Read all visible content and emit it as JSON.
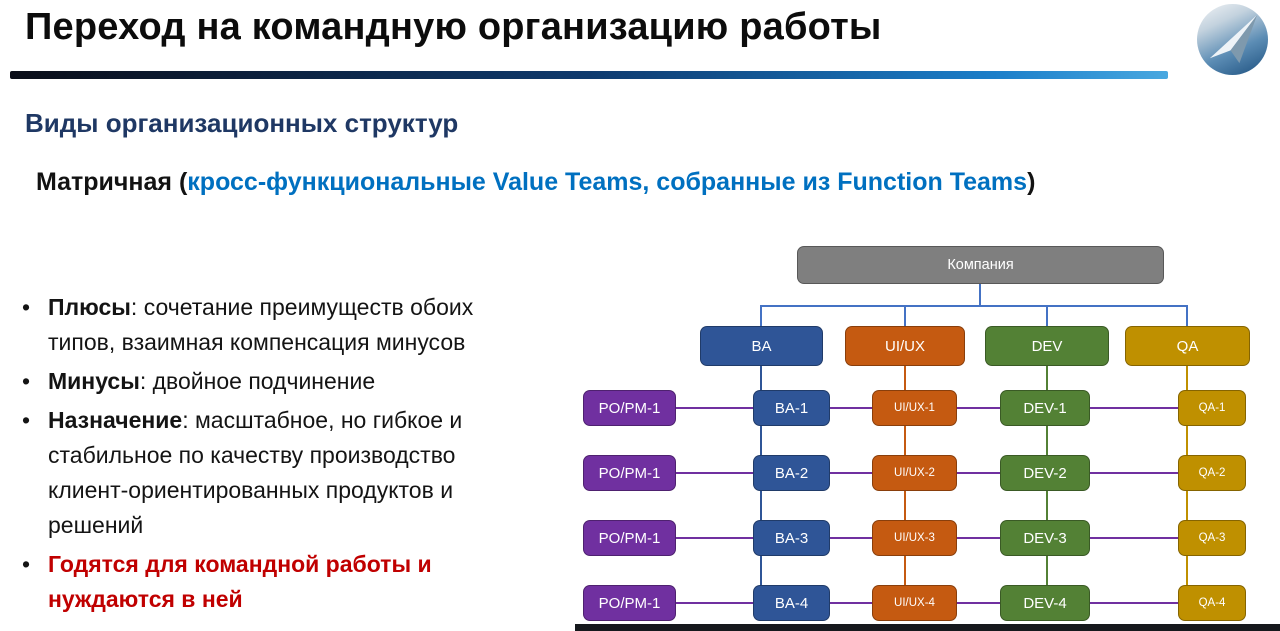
{
  "slide": {
    "title": "Переход на командную организацию работы",
    "section_title": "Виды организационных структур",
    "heading": {
      "prefix": "Матричная (",
      "highlight": "кросс-функциональные Value Teams, собранные из Function Teams",
      "suffix": ")"
    }
  },
  "bullets": [
    {
      "lead": "Плюсы",
      "text": ": сочетание преимуществ обоих типов, взаимная компенсация минусов"
    },
    {
      "lead": "Минусы",
      "text": ": двойное подчинение"
    },
    {
      "lead": "Назначение",
      "text": ": масштабное, но гибкое и стабильное по качеству производство клиент-ориентированных продуктов и решений"
    },
    {
      "lead": "",
      "text": "Годятся для командной работы и нуждаются в ней",
      "emphasis": "red"
    }
  ],
  "colors": {
    "highlight_blue": "#0070C0",
    "section_navy": "#1F3864",
    "warning_red": "#C00000",
    "line_root": "#4472C4",
    "line_row": "#7030A0"
  },
  "diagram": {
    "root": {
      "label": "Компания",
      "color": "#7F7F7F"
    },
    "functions": [
      {
        "label": "BA",
        "color": "#2F5597"
      },
      {
        "label": "UI/UX",
        "color": "#C55A11"
      },
      {
        "label": "DEV",
        "color": "#538135"
      },
      {
        "label": "QA",
        "color": "#BF9000"
      }
    ],
    "po": {
      "label": "PO/PM-1",
      "color": "#7030A0"
    },
    "cells": [
      [
        "BA-1",
        "UI/UX-1",
        "DEV-1",
        "QA-1"
      ],
      [
        "BA-2",
        "UI/UX-2",
        "DEV-2",
        "QA-2"
      ],
      [
        "BA-3",
        "UI/UX-3",
        "DEV-3",
        "QA-3"
      ],
      [
        "BA-4",
        "UI/UX-4",
        "DEV-4",
        "QA-4"
      ]
    ]
  }
}
